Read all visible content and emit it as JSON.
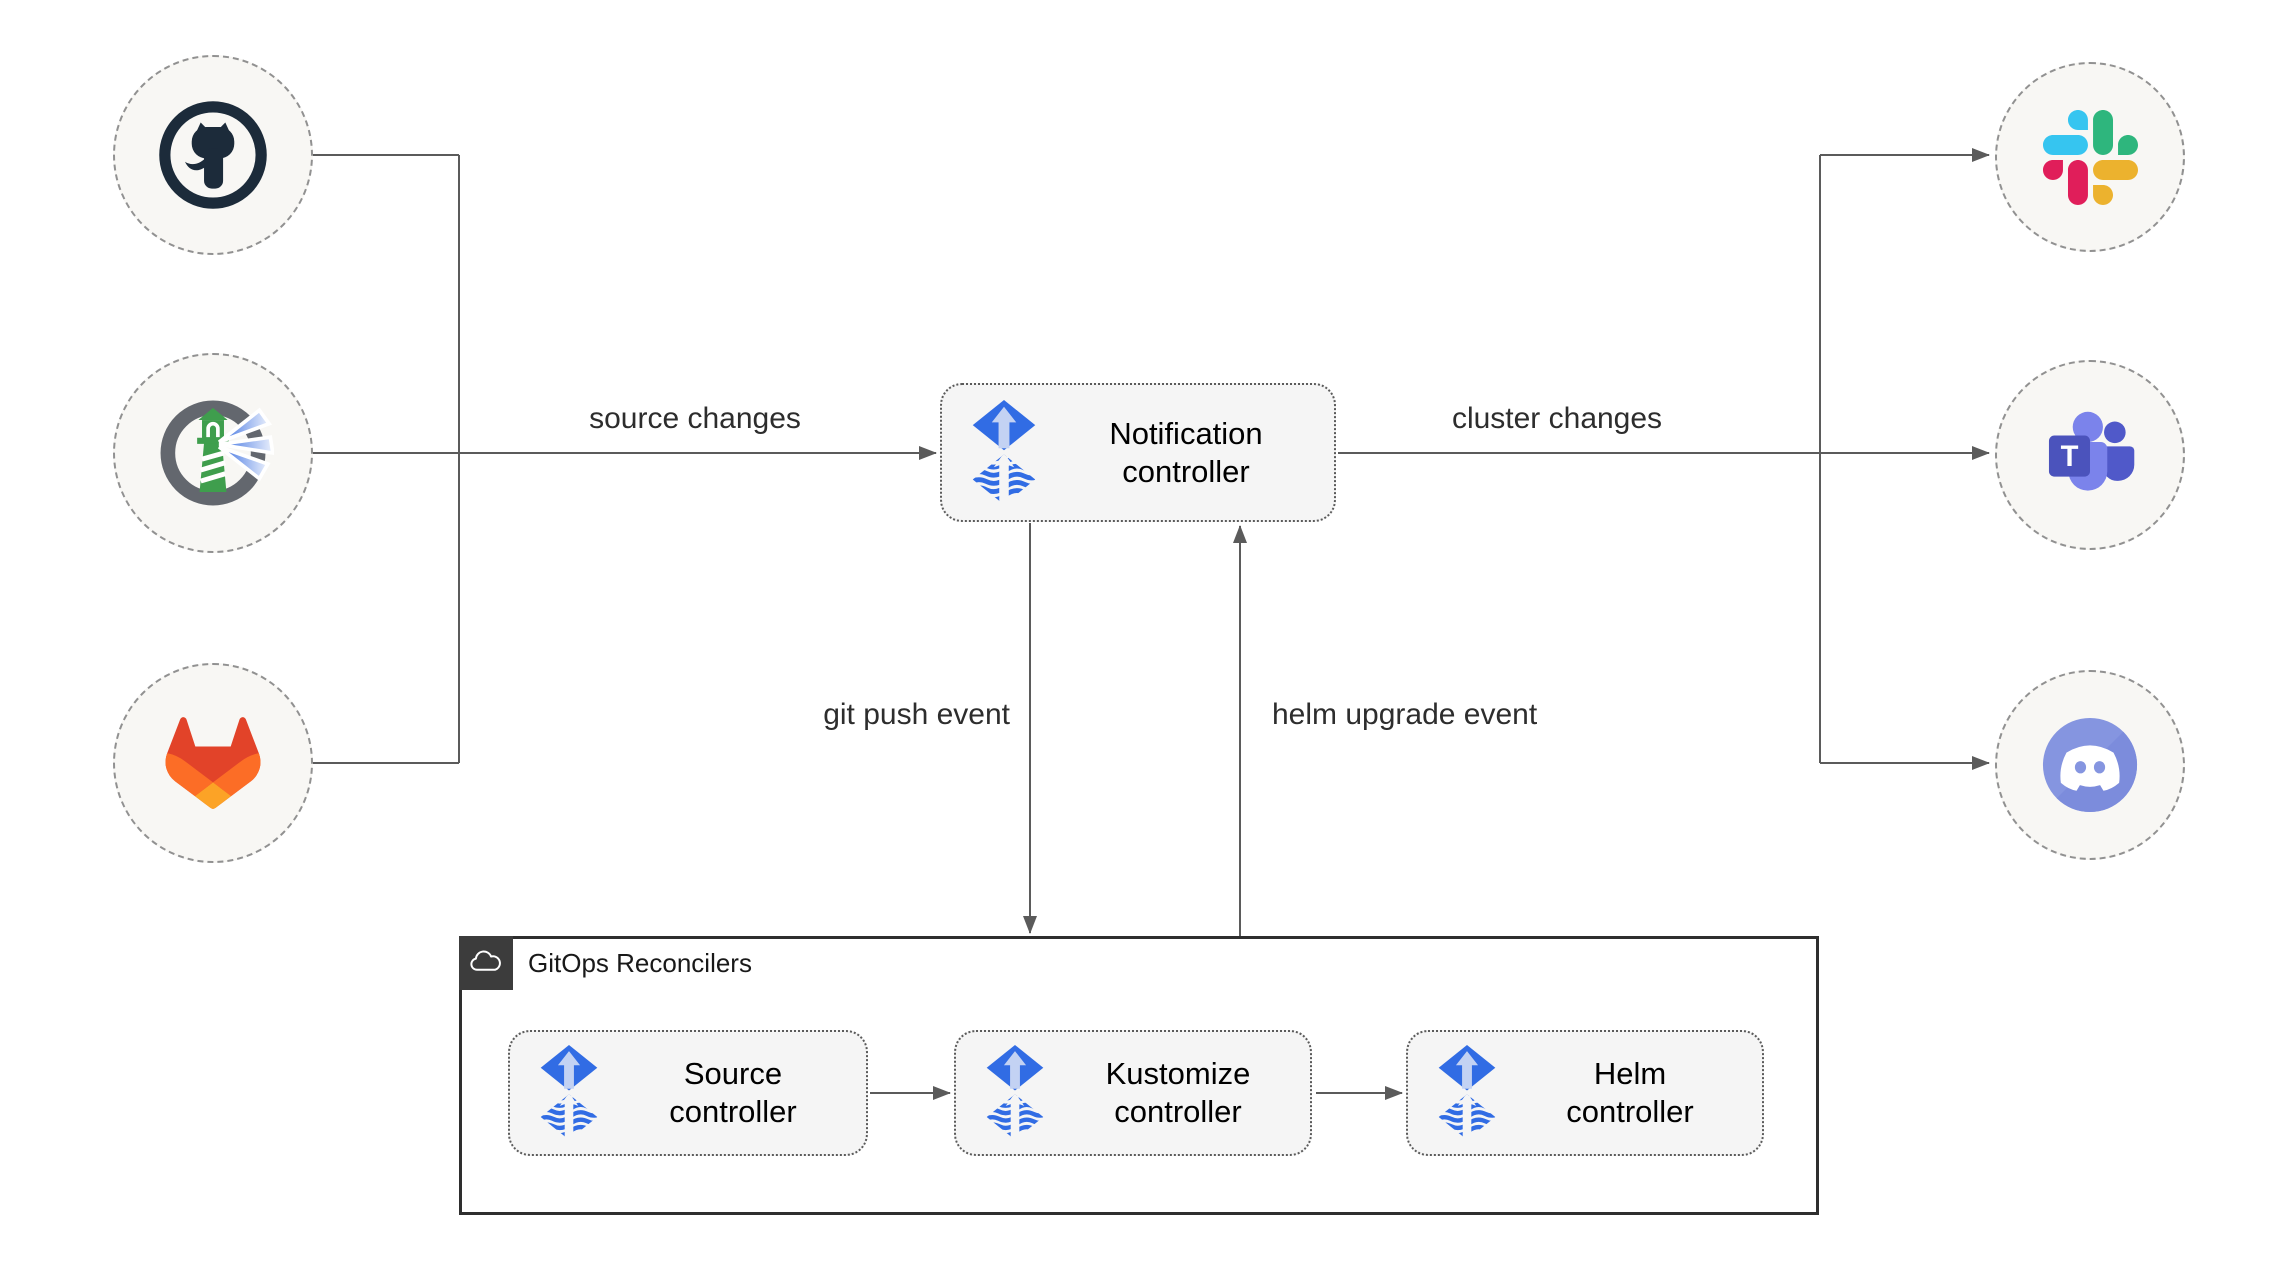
{
  "notification": {
    "label": "Notification controller"
  },
  "gitops": {
    "label": "GitOps Reconcilers",
    "controllers": [
      {
        "label": "Source controller"
      },
      {
        "label": "Kustomize controller"
      },
      {
        "label": "Helm controller"
      }
    ]
  },
  "edges": {
    "source_changes": "source changes",
    "cluster_changes": "cluster changes",
    "git_push_event": "git push event",
    "helm_upgrade_event": "helm upgrade event"
  },
  "source_nodes": [
    {
      "icon": "github-icon"
    },
    {
      "icon": "harbor-icon"
    },
    {
      "icon": "gitlab-icon"
    }
  ],
  "target_nodes": [
    {
      "icon": "slack-icon"
    },
    {
      "icon": "teams-icon"
    },
    {
      "icon": "discord-icon"
    }
  ],
  "teams_letter": "T",
  "colors": {
    "line": "#5b5b5b",
    "node_fill": "#f5f5f5",
    "circle_fill": "#f8f7f4",
    "circle_border": "#919191",
    "container_border": "#2e2e2e",
    "badge_bg": "#3c3c3c",
    "flux_blue": "#316ce4",
    "flux_arrow_light": "#c3d2f3",
    "github_dark": "#1c2b3a",
    "harbor_gray": "#63676e",
    "harbor_green": "#3f9e4d",
    "gitlab_red": "#e24329",
    "gitlab_orange": "#fc6d26",
    "gitlab_amber": "#fca326",
    "slack_blue": "#36c5f0",
    "slack_green": "#2eb67d",
    "slack_yellow": "#ecb22e",
    "slack_pink": "#e01e5a",
    "teams_purple": "#4b53bc",
    "teams_light_purple": "#7b83eb",
    "teams_mid_purple": "#5059c9",
    "discord_blurple": "#8595e0"
  }
}
